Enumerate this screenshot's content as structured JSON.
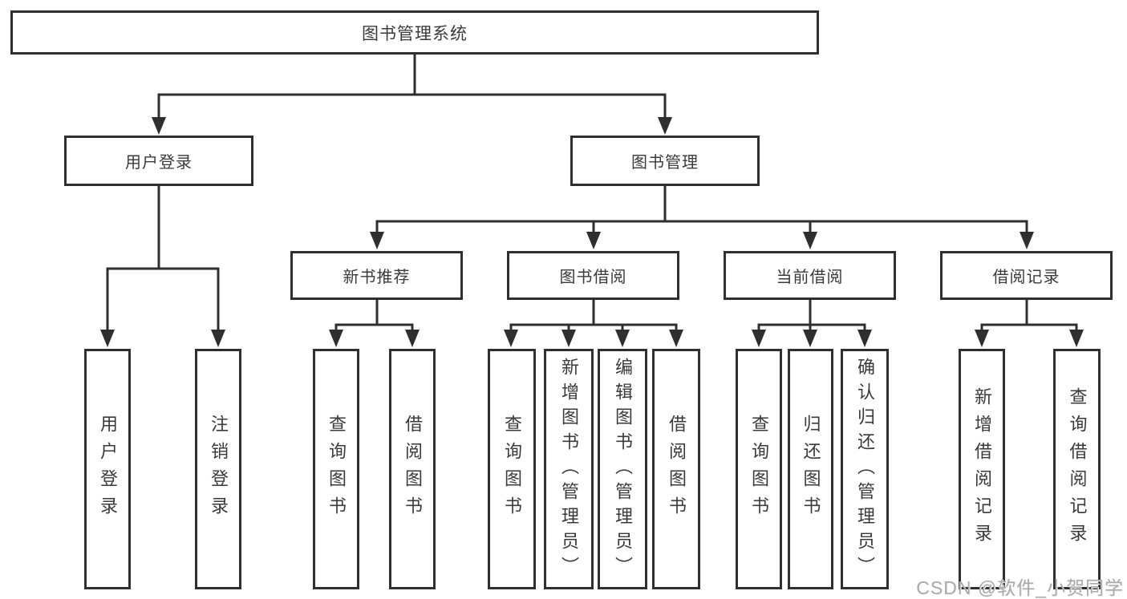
{
  "diagram": {
    "type": "functional-structure-tree",
    "colors": {
      "line": "#2f2f2f",
      "box_border": "#2f2f2f",
      "text": "#3a3a3a",
      "background": "#ffffff",
      "watermark": "#a9a9a9"
    }
  },
  "tree": {
    "label": "图书管理系统",
    "children": [
      {
        "label": "用户登录",
        "children": [
          {
            "label": "用户登录"
          },
          {
            "label": "注销登录"
          }
        ]
      },
      {
        "label": "图书管理",
        "children": [
          {
            "label": "新书推荐",
            "children": [
              {
                "label": "查询图书"
              },
              {
                "label": "借阅图书"
              }
            ]
          },
          {
            "label": "图书借阅",
            "children": [
              {
                "label": "查询图书"
              },
              {
                "label": "新增图书（管理员）"
              },
              {
                "label": "编辑图书（管理员）"
              },
              {
                "label": "借阅图书"
              }
            ]
          },
          {
            "label": "当前借阅",
            "children": [
              {
                "label": "查询图书"
              },
              {
                "label": "归还图书"
              },
              {
                "label": "确认归还（管理员）"
              }
            ]
          },
          {
            "label": "借阅记录",
            "children": [
              {
                "label": "新增借阅记录"
              },
              {
                "label": "查询借阅记录"
              }
            ]
          }
        ]
      }
    ]
  },
  "watermark": {
    "text": "CSDN @软件_小贺同学"
  }
}
